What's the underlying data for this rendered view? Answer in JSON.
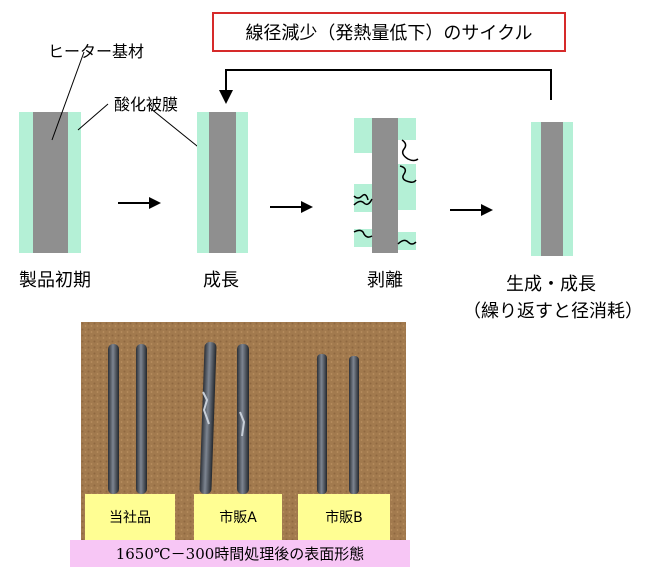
{
  "cycle_title": "線径減少（発熱量低下）のサイクル",
  "labels": {
    "heater_substrate": "ヒーター基材",
    "oxide_film": "酸化被膜"
  },
  "stages": {
    "initial": "製品初期",
    "growth": "成長",
    "peeling": "剥離",
    "regen_line1": "生成・成長",
    "regen_line2": "（繰り返すと径消耗）"
  },
  "photo_labels": {
    "own": "当社品",
    "market_a": "市販A",
    "market_b": "市販B"
  },
  "caption": "1650℃－300時間処理後の表面形態",
  "colors": {
    "rod": "#8f8f8f",
    "oxide": "#b4f0d6",
    "border": "#d62a2a",
    "tag": "#fffe93",
    "caption_bg": "#f7c6f5"
  }
}
